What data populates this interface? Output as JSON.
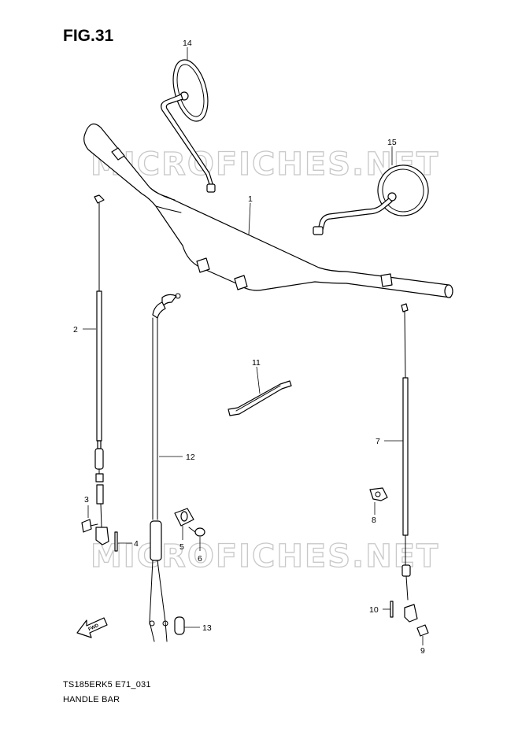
{
  "figure": {
    "number_label": "FIG.31",
    "model_code": "TS185ERK5 E71_031",
    "section_name": "HANDLE BAR"
  },
  "watermark": {
    "text": "MICROFICHES.NET"
  },
  "callouts": {
    "c1": "1",
    "c2": "2",
    "c3": "3",
    "c4": "4",
    "c5": "5",
    "c6": "6",
    "c7": "7",
    "c8": "8",
    "c9": "9",
    "c10": "10",
    "c11": "11",
    "c12": "12",
    "c13": "13",
    "c14": "14",
    "c15": "15"
  },
  "fwd_arrow": {
    "label": "FWD"
  }
}
